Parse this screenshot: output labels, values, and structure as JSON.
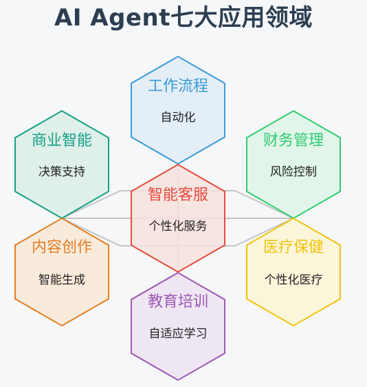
{
  "title": "AI Agent七大应用领域",
  "center": {
    "title": "智能客服",
    "subtitle": "个性化服务",
    "color": "#e74c3c",
    "fill": "#f7e2de"
  },
  "domains": [
    {
      "key": "workflow",
      "title": "工作流程",
      "subtitle": "自动化",
      "color": "#3b9ad9",
      "fill": "#e3eef7"
    },
    {
      "key": "finance",
      "title": "财务管理",
      "subtitle": "风险控制",
      "color": "#2ecc71",
      "fill": "#e2f5ea"
    },
    {
      "key": "healthcare",
      "title": "医疗保健",
      "subtitle": "个性化医疗",
      "color": "#f1c40f",
      "fill": "#fbf5da"
    },
    {
      "key": "education",
      "title": "教育培训",
      "subtitle": "自适应学习",
      "color": "#9b59b6",
      "fill": "#efe6f3"
    },
    {
      "key": "content",
      "title": "内容创作",
      "subtitle": "智能生成",
      "color": "#e67e22",
      "fill": "#f9ebdc"
    },
    {
      "key": "business",
      "title": "商业智能",
      "subtitle": "决策支持",
      "color": "#16a085",
      "fill": "#dfefea"
    }
  ]
}
